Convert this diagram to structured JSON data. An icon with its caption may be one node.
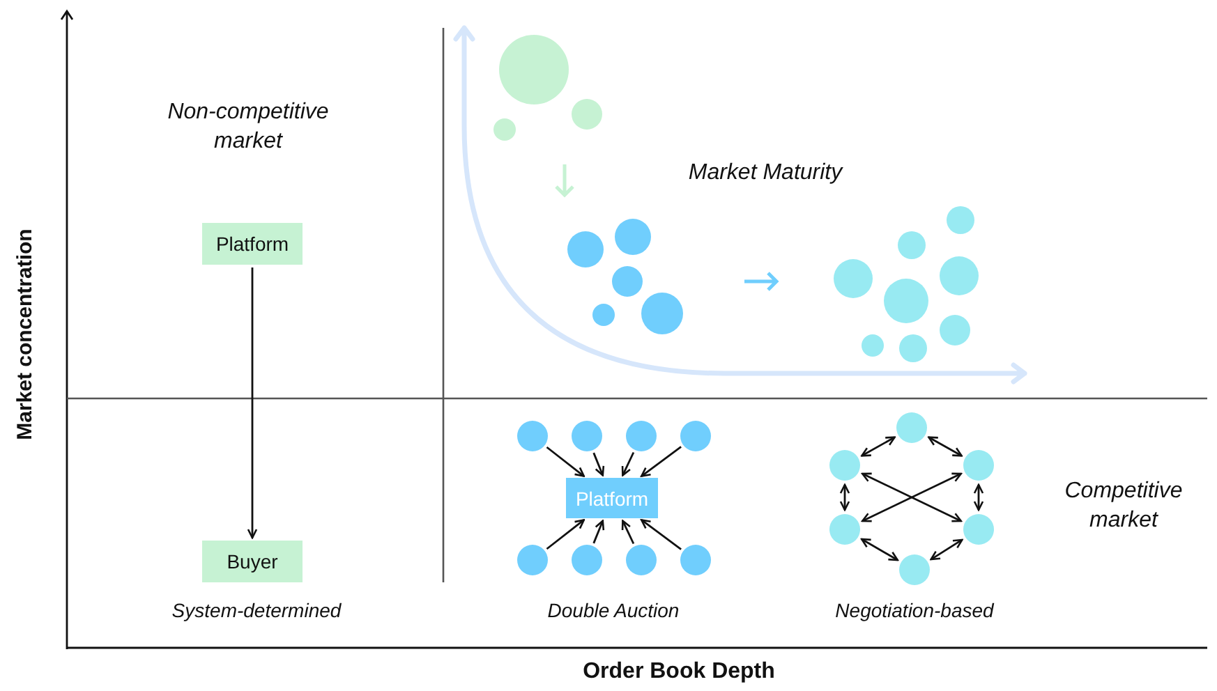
{
  "diagram": {
    "nodes": [
      {
        "text": [
          "Platform"
        ]
      },
      {
        "text": [
          "Buyer"
        ]
      },
      {
        "text": [
          "Platform"
        ]
      },
      {
        "text": [],
        "shape": "circle"
      },
      {
        "text": [],
        "shape": "circle"
      },
      {
        "text": [],
        "shape": "circle"
      },
      {
        "text": [],
        "shape": "circle"
      },
      {
        "text": [],
        "shape": "circle"
      },
      {
        "text": [],
        "shape": "circle"
      },
      {
        "text": [],
        "shape": "circle"
      },
      {
        "text": [],
        "shape": "circle"
      },
      {
        "text": [],
        "shape": "circle"
      },
      {
        "text": [],
        "shape": "circle"
      },
      {
        "text": [],
        "shape": "circle"
      },
      {
        "text": [],
        "shape": "circle"
      },
      {
        "text": [],
        "shape": "circle"
      },
      {
        "text": [],
        "shape": "circle"
      }
    ],
    "edges": [
      {
        "from": 0,
        "to": 1,
        "arrow": "to"
      },
      {
        "from": 3,
        "to": 2,
        "arrow": "to"
      },
      {
        "from": 4,
        "to": 2,
        "arrow": "to"
      },
      {
        "from": 5,
        "to": 2,
        "arrow": "to"
      },
      {
        "from": 6,
        "to": 2,
        "arrow": "to"
      },
      {
        "from": 7,
        "to": 2,
        "arrow": "to"
      },
      {
        "from": 8,
        "to": 2,
        "arrow": "to"
      },
      {
        "from": 9,
        "to": 2,
        "arrow": "to"
      },
      {
        "from": 10,
        "to": 2,
        "arrow": "to"
      },
      {
        "from": 11,
        "to": 12,
        "arrow": "both"
      },
      {
        "from": 11,
        "to": 13,
        "arrow": "both"
      },
      {
        "from": 12,
        "to": 14,
        "arrow": "both"
      },
      {
        "from": 13,
        "to": 15,
        "arrow": "both"
      },
      {
        "from": 14,
        "to": 16,
        "arrow": "both"
      },
      {
        "from": 15,
        "to": 16,
        "arrow": "both"
      },
      {
        "from": 12,
        "to": 15,
        "arrow": "both"
      },
      {
        "from": 13,
        "to": 14,
        "arrow": "both"
      }
    ],
    "labels": [
      "Non-competitive market",
      "Market Maturity",
      "Competitive market",
      "Market concentration",
      "System-determined",
      "Double Auction",
      "Negotiation-based",
      "Order Book Depth"
    ]
  }
}
